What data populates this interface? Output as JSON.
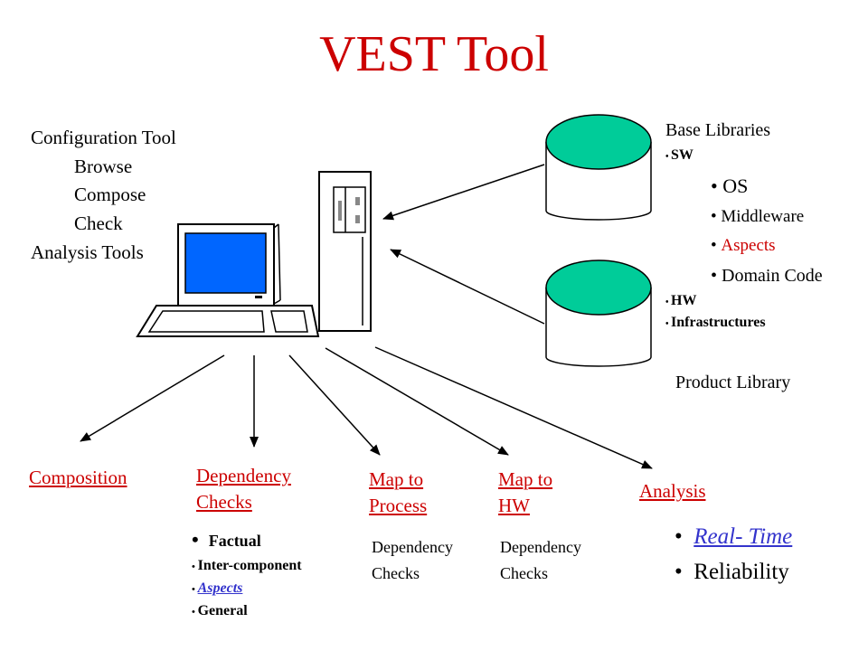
{
  "title": "VEST Tool",
  "colors": {
    "title": "#cc0000",
    "accent": "#cc0000",
    "link_blue": "#3333cc",
    "cylinder_top": "#00cc99",
    "monitor_screen": "#0066ff"
  },
  "config": {
    "heading": "Configuration Tool",
    "items": [
      "Browse",
      "Compose",
      "Check"
    ],
    "analysis_tools": "Analysis Tools"
  },
  "libraries": {
    "base_label": "Base Libraries",
    "sw": "SW",
    "sw_items": [
      "OS",
      "Middleware",
      "Aspects",
      "Domain Code"
    ],
    "hw": "HW",
    "infrastructures": "Infrastructures",
    "product_label": "Product Library"
  },
  "outputs": {
    "composition": "Composition",
    "dependency_checks": [
      "Dependency",
      "Checks"
    ],
    "dependency_items": [
      "Factual",
      "Inter-component",
      "Aspects",
      "General"
    ],
    "map_process": [
      "Map to",
      "Process"
    ],
    "map_process_sub": [
      "Dependency",
      "Checks"
    ],
    "map_hw": [
      "Map to",
      "HW"
    ],
    "map_hw_sub": [
      "Dependency",
      "Checks"
    ],
    "analysis": "Analysis",
    "analysis_items": [
      "Real- Time",
      "Reliability"
    ]
  }
}
